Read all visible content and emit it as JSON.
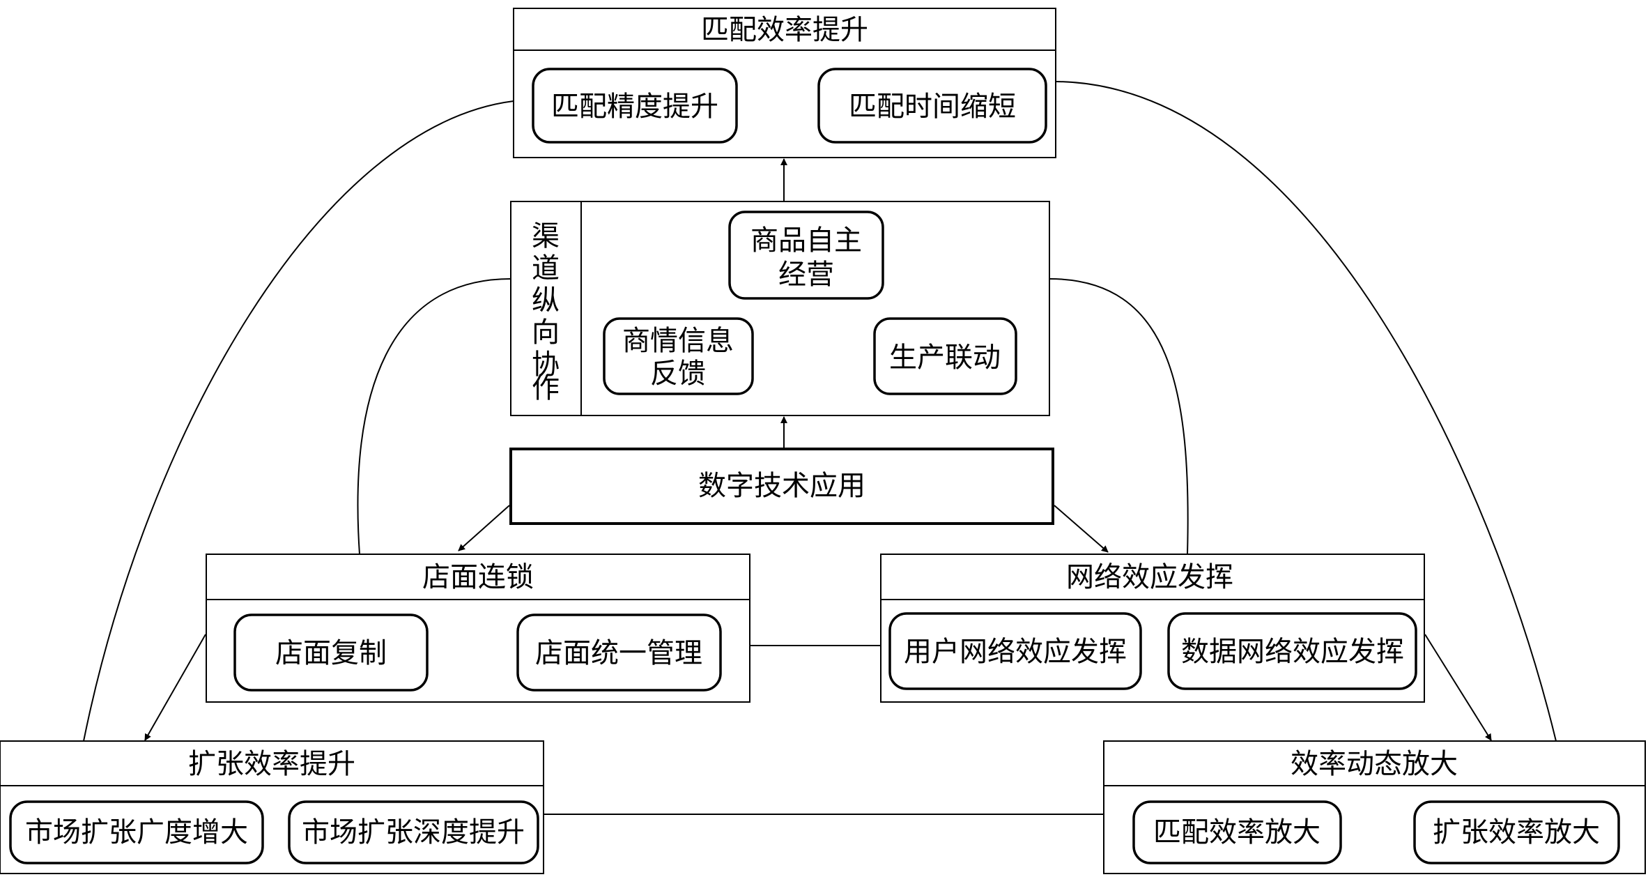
{
  "matching": {
    "title": "匹配效率提升",
    "items": [
      "匹配精度提升",
      "匹配时间缩短"
    ]
  },
  "channel": {
    "label": [
      "渠",
      "道",
      "纵",
      "向",
      "协",
      "作"
    ],
    "top_lines": [
      "商品自主",
      "经营"
    ],
    "left_lines": [
      "商情信息",
      "反馈"
    ],
    "right": "生产联动"
  },
  "digital": {
    "title": "数字技术应用"
  },
  "store": {
    "title": "店面连锁",
    "items": [
      "店面复制",
      "店面统一管理"
    ]
  },
  "network": {
    "title": "网络效应发挥",
    "items": [
      "用户网络效应发挥",
      "数据网络效应发挥"
    ]
  },
  "expansion": {
    "title": "扩张效率提升",
    "items": [
      "市场扩张广度增大",
      "市场扩张深度提升"
    ]
  },
  "dynamic": {
    "title": "效率动态放大",
    "items": [
      "匹配效率放大",
      "扩张效率放大"
    ]
  }
}
